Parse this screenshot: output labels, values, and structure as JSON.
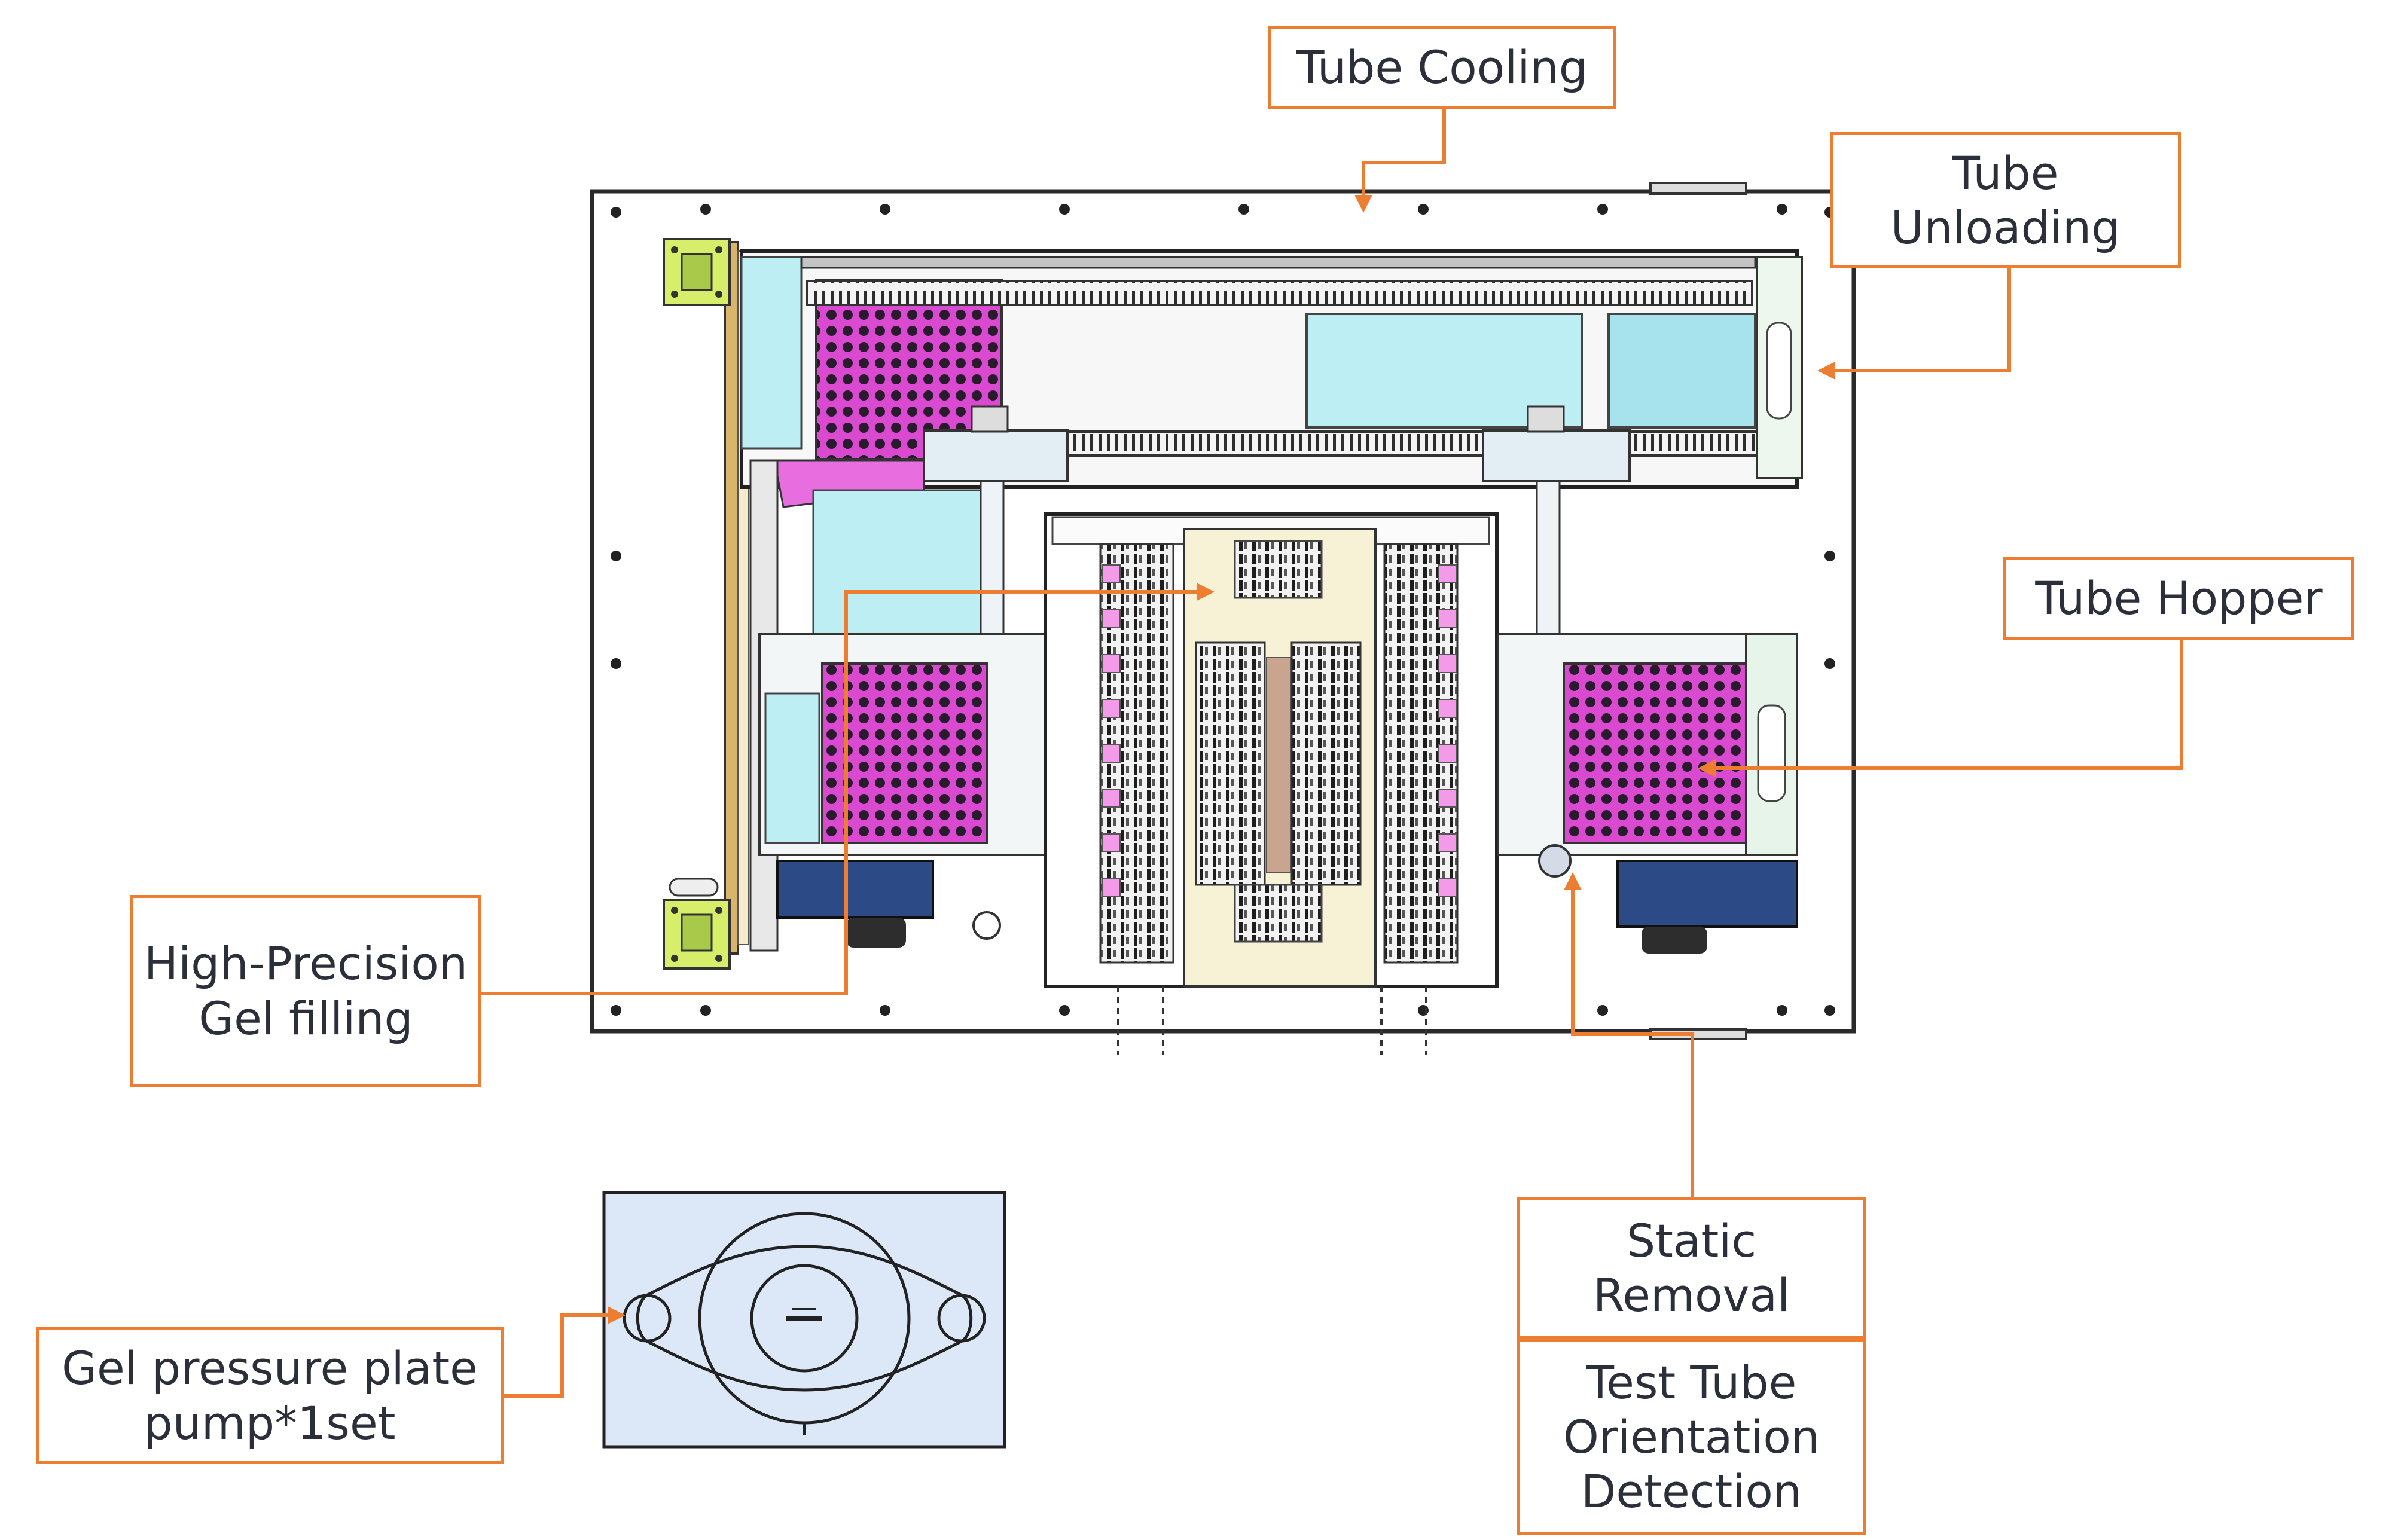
{
  "colors": {
    "callout_border": "#ed7d31",
    "leader_line": "#ed7d31",
    "tray_magenta": "#d94ad0",
    "panel_cyan": "#bdeef3",
    "center_cream": "#f7f1d6",
    "lime_clamp": "#d6ee6a",
    "motor_blue": "#2b4a86",
    "inset_background": "#dce7f7"
  },
  "callouts": {
    "tube_cooling": "Tube Cooling",
    "tube_unloading": "Tube\nUnloading",
    "tube_hopper": "Tube Hopper",
    "gel_filling": "High-Precision\nGel filling",
    "static_removal": "Static\nRemoval",
    "orientation_detection": "Test Tube\nOrientation\nDetection",
    "gel_pump": "Gel pressure plate\npump*1set"
  }
}
